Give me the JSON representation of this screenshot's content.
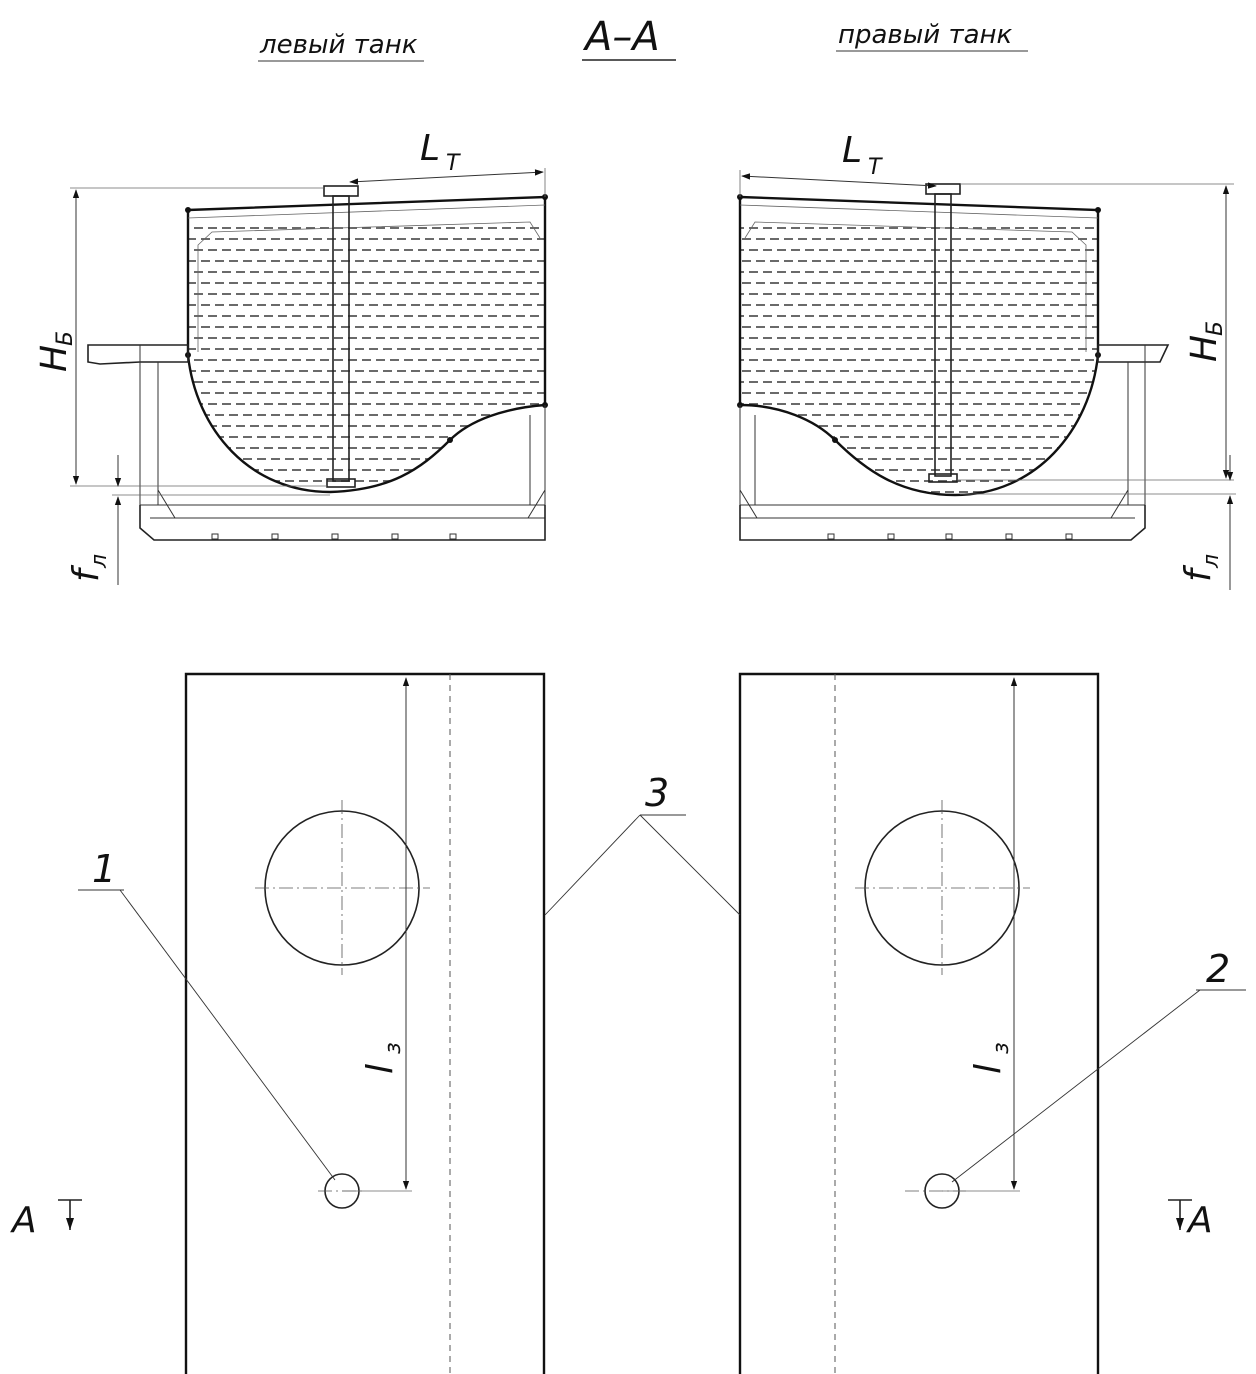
{
  "labels": {
    "section_title": "А–А",
    "left_tank": "левый танк",
    "right_tank": "правый танк",
    "lt_main": "L",
    "lt_sub": "Т",
    "hb_main": "H",
    "hb_sub": "Б",
    "fl_main": "f",
    "fl_sub": "л",
    "lz_main": "l",
    "lz_sub": "з",
    "item_1": "1",
    "item_2": "2",
    "item_3": "3",
    "section_mark_left": "А",
    "section_mark_right": "А"
  }
}
